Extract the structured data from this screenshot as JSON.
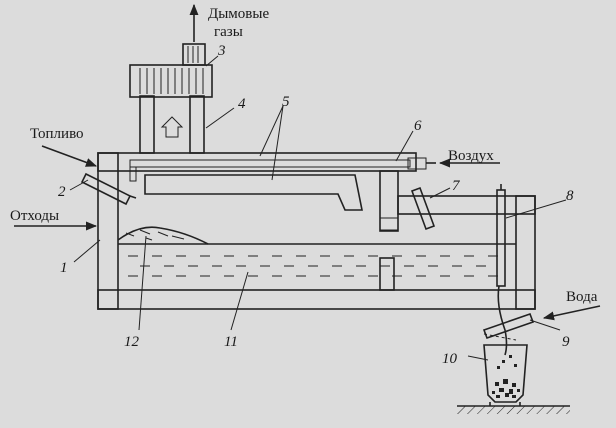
{
  "labels": {
    "smoke": "Дымовые газы",
    "smoke_line1": "Дымовые",
    "smoke_line2": "газы",
    "fuel": "Топливо",
    "waste": "Отходы",
    "air": "Воздух",
    "water": "Вода"
  },
  "numbers": {
    "n1": "1",
    "n2": "2",
    "n3": "3",
    "n4": "4",
    "n5": "5",
    "n6": "6",
    "n7": "7",
    "n8": "8",
    "n9": "9",
    "n10": "10",
    "n11": "11",
    "n12": "12"
  },
  "colors": {
    "ink": "#222222",
    "background": "#dcdcdc"
  }
}
